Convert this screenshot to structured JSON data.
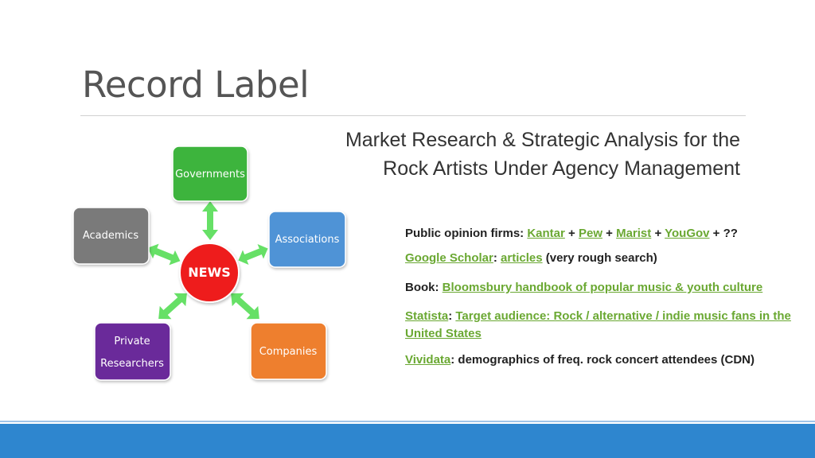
{
  "slide": {
    "title": "Record Label",
    "subtitle_line1": "Market Research & Strategic Analysis for the",
    "subtitle_line2": "Rock Artists Under Agency Management"
  },
  "diagram": {
    "center": "NEWS",
    "governments": "Governments",
    "academics": "Academics",
    "associations": "Associations",
    "private_line1": "Private",
    "private_line2": "Researchers",
    "companies": "Companies",
    "colors": {
      "governments": "#3cb43c",
      "academics": "#7a7a7a",
      "associations": "#4f93d6",
      "private": "#6a2b9a",
      "companies": "#ee7f2d",
      "center": "#ee1c1c",
      "arrows": "#66e066"
    }
  },
  "links": {
    "row1": {
      "label": "Public opinion firms: ",
      "kantar": "Kantar",
      "sep1": " + ",
      "pew": "Pew",
      "sep2": " + ",
      "marist": "Marist",
      "sep3": " + ",
      "yougov": "YouGov",
      "tail": " + ??"
    },
    "row2": {
      "scholar": "Google Scholar",
      "colon": ": ",
      "articles": "articles",
      "tail": " (very rough search)"
    },
    "row3": {
      "label": "Book: ",
      "book": "Bloomsbury handbook of popular music & youth culture"
    },
    "row4": {
      "statista": "Statista",
      "colon": ": ",
      "target": "Target audience: Rock / alternative / indie music fans in the United States"
    },
    "row5": {
      "vividata": "Vividata",
      "tail": ": demographics of freq. rock concert attendees (CDN)"
    }
  }
}
